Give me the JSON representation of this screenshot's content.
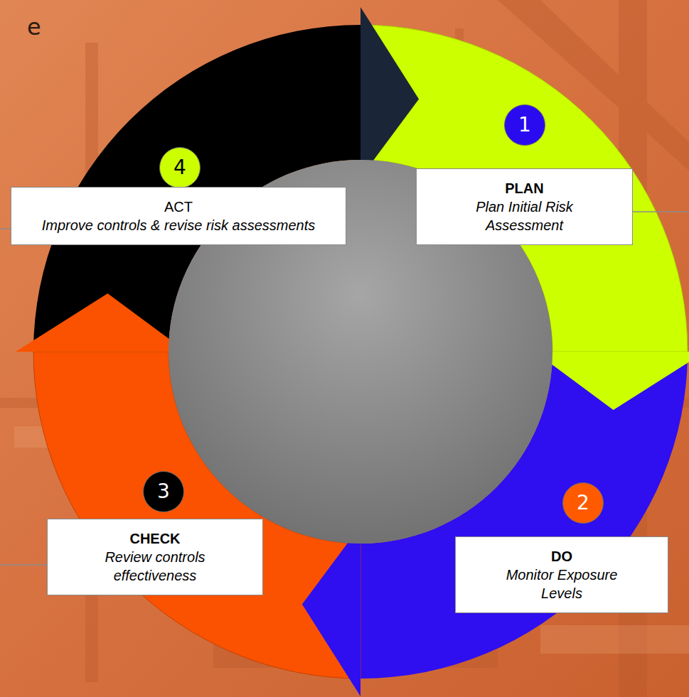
{
  "diagram": {
    "nodes": [
      {
        "text": [
          "1"
        ]
      },
      {
        "text": [
          "PLAN",
          "Plan Initial Risk Assessment"
        ]
      },
      {
        "text": [
          "2"
        ]
      },
      {
        "text": [
          "DO",
          "Monitor Exposure Levels"
        ]
      },
      {
        "text": [
          "3"
        ]
      },
      {
        "text": [
          "CHECK",
          "Review controls effectiveness"
        ]
      },
      {
        "text": [
          "4"
        ]
      },
      {
        "text": [
          "ACT",
          "Improve controls & revise risk assessments"
        ]
      }
    ],
    "labels": [
      "e"
    ]
  }
}
